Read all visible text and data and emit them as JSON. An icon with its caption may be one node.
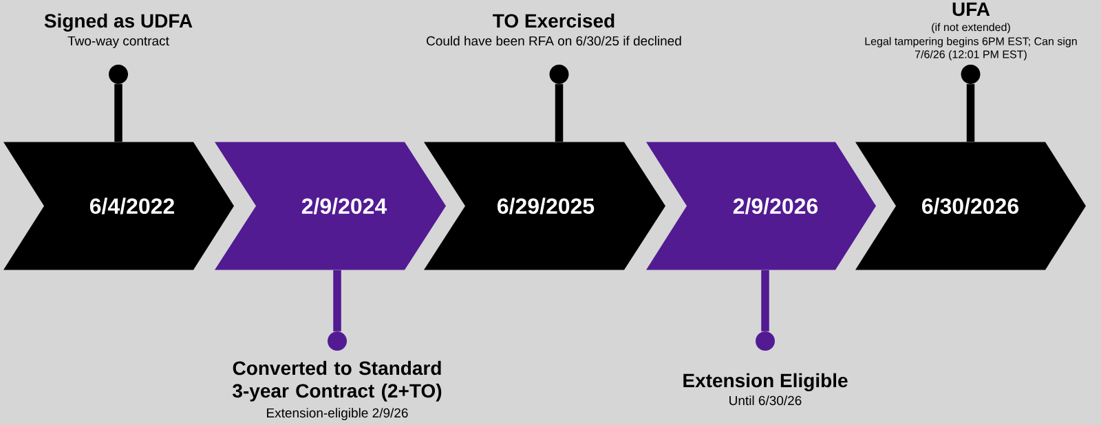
{
  "diagram": {
    "nodes": [
      {
        "text": [
          "6/4/2022"
        ]
      },
      {
        "text": [
          "2/9/2024"
        ]
      },
      {
        "text": [
          "6/29/2025"
        ]
      },
      {
        "text": [
          "2/9/2026"
        ]
      },
      {
        "text": [
          "6/30/2026"
        ]
      },
      {
        "text": [],
        "shape": "circle",
        "beside": [
          "Signed as UDFA",
          "Two-way contract"
        ]
      },
      {
        "text": [],
        "shape": "circle",
        "beside": [
          "Converted to Standard 3-year Contract (2+TO)",
          "Extension-eligible 2/9/26"
        ]
      },
      {
        "text": [],
        "shape": "circle",
        "beside": [
          "TO Exercised",
          "Could have been RFA on 6/30/25 if declined"
        ]
      },
      {
        "text": [],
        "shape": "circle",
        "beside": [
          "Extension Eligible",
          "Until 6/30/26"
        ]
      },
      {
        "text": [],
        "shape": "circle",
        "beside": [
          "UFA",
          "(if not extended)",
          "Legal tampering begins 6PM EST; Can sign 7/6/26 (12:01 PM EST)"
        ]
      }
    ],
    "edges": [
      {
        "from": 0,
        "to": 5,
        "arrow": "none"
      },
      {
        "from": 1,
        "to": 6,
        "arrow": "none",
        "color": "#521b92"
      },
      {
        "from": 2,
        "to": 7,
        "arrow": "none"
      },
      {
        "from": 3,
        "to": 8,
        "arrow": "none",
        "color": "#521b92"
      },
      {
        "from": 4,
        "to": 9,
        "arrow": "none"
      }
    ]
  }
}
